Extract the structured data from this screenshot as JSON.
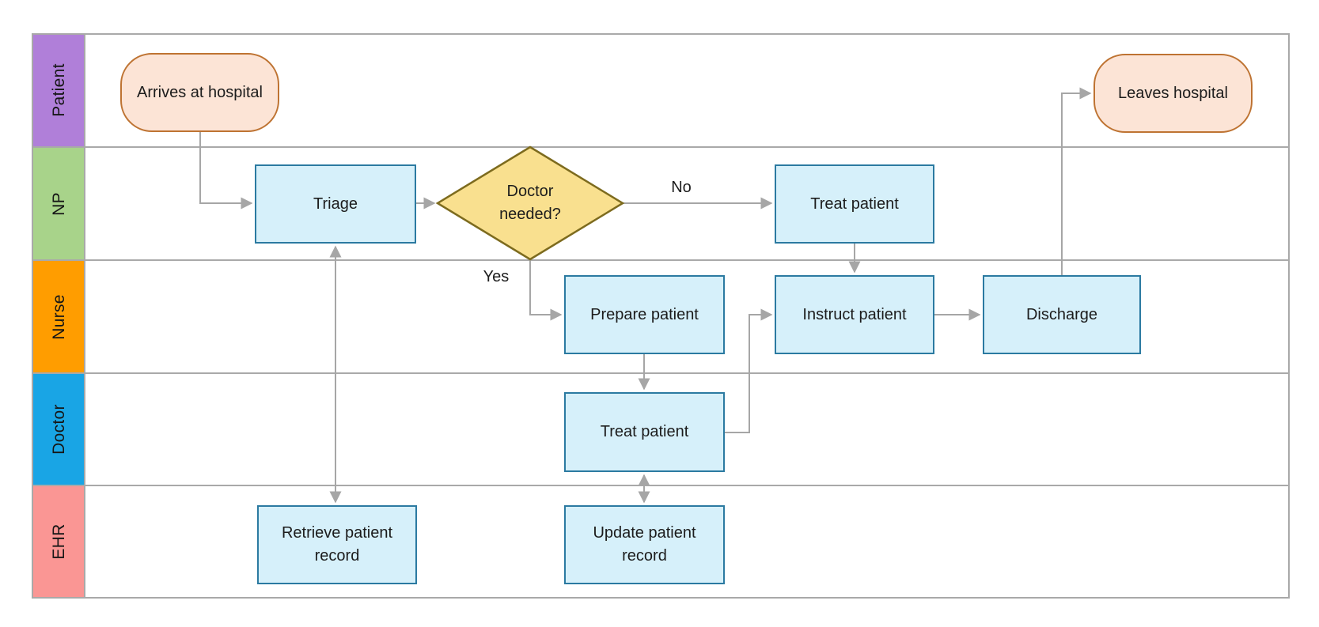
{
  "diagram": {
    "type": "cross-functional-swimlane-flowchart",
    "title": "",
    "lanes": [
      {
        "id": "patient",
        "label": "Patient",
        "color": "#b07fd9"
      },
      {
        "id": "np",
        "label": "NP",
        "color": "#a8d38a"
      },
      {
        "id": "nurse",
        "label": "Nurse",
        "color": "#ff9d00"
      },
      {
        "id": "doctor",
        "label": "Doctor",
        "color": "#19a5e5"
      },
      {
        "id": "ehr",
        "label": "EHR",
        "color": "#fa9694"
      }
    ],
    "nodes": [
      {
        "id": "arrives-at-hospital",
        "type": "terminator",
        "lane": "Patient",
        "label": "Arrives at hospital"
      },
      {
        "id": "triage",
        "type": "process",
        "lane": "NP",
        "label": "Triage"
      },
      {
        "id": "doctor-needed",
        "type": "decision",
        "lane": "NP",
        "label": "Doctor needed?"
      },
      {
        "id": "treat-patient-np",
        "type": "process",
        "lane": "NP",
        "label": "Treat patient"
      },
      {
        "id": "prepare-patient",
        "type": "process",
        "lane": "Nurse",
        "label": "Prepare patient"
      },
      {
        "id": "instruct-patient",
        "type": "process",
        "lane": "Nurse",
        "label": "Instruct patient"
      },
      {
        "id": "discharge",
        "type": "process",
        "lane": "Nurse",
        "label": "Discharge"
      },
      {
        "id": "treat-patient-doctor",
        "type": "process",
        "lane": "Doctor",
        "label": "Treat patient"
      },
      {
        "id": "retrieve-patient-record",
        "type": "process",
        "lane": "EHR",
        "label": "Retrieve patient record"
      },
      {
        "id": "update-patient-record",
        "type": "process",
        "lane": "EHR",
        "label": "Update patient record"
      },
      {
        "id": "leaves-hospital",
        "type": "terminator",
        "lane": "Patient",
        "label": "Leaves hospital"
      }
    ],
    "edges": [
      {
        "from": "arrives-at-hospital",
        "to": "triage",
        "label": "",
        "bidirectional": false
      },
      {
        "from": "triage",
        "to": "doctor-needed",
        "label": "",
        "bidirectional": false
      },
      {
        "from": "doctor-needed",
        "to": "treat-patient-np",
        "label": "No",
        "bidirectional": false
      },
      {
        "from": "doctor-needed",
        "to": "prepare-patient",
        "label": "Yes",
        "bidirectional": false
      },
      {
        "from": "prepare-patient",
        "to": "treat-patient-doctor",
        "label": "",
        "bidirectional": false
      },
      {
        "from": "treat-patient-doctor",
        "to": "instruct-patient",
        "label": "",
        "bidirectional": false
      },
      {
        "from": "treat-patient-np",
        "to": "instruct-patient",
        "label": "",
        "bidirectional": false
      },
      {
        "from": "instruct-patient",
        "to": "discharge",
        "label": "",
        "bidirectional": false
      },
      {
        "from": "discharge",
        "to": "leaves-hospital",
        "label": "",
        "bidirectional": false
      },
      {
        "from": "triage",
        "to": "retrieve-patient-record",
        "label": "",
        "bidirectional": true
      },
      {
        "from": "treat-patient-doctor",
        "to": "update-patient-record",
        "label": "",
        "bidirectional": true
      }
    ],
    "colors": {
      "process_fill": "#d6f0fa",
      "process_border": "#2b7aa1",
      "terminator_fill": "#fce4d6",
      "terminator_border": "#be7332",
      "decision_fill": "#f9e08f",
      "decision_border": "#7d6b1e",
      "connector": "#a6a6a6",
      "grid": "#a9a9a9",
      "text": "#1c1c1c"
    }
  }
}
